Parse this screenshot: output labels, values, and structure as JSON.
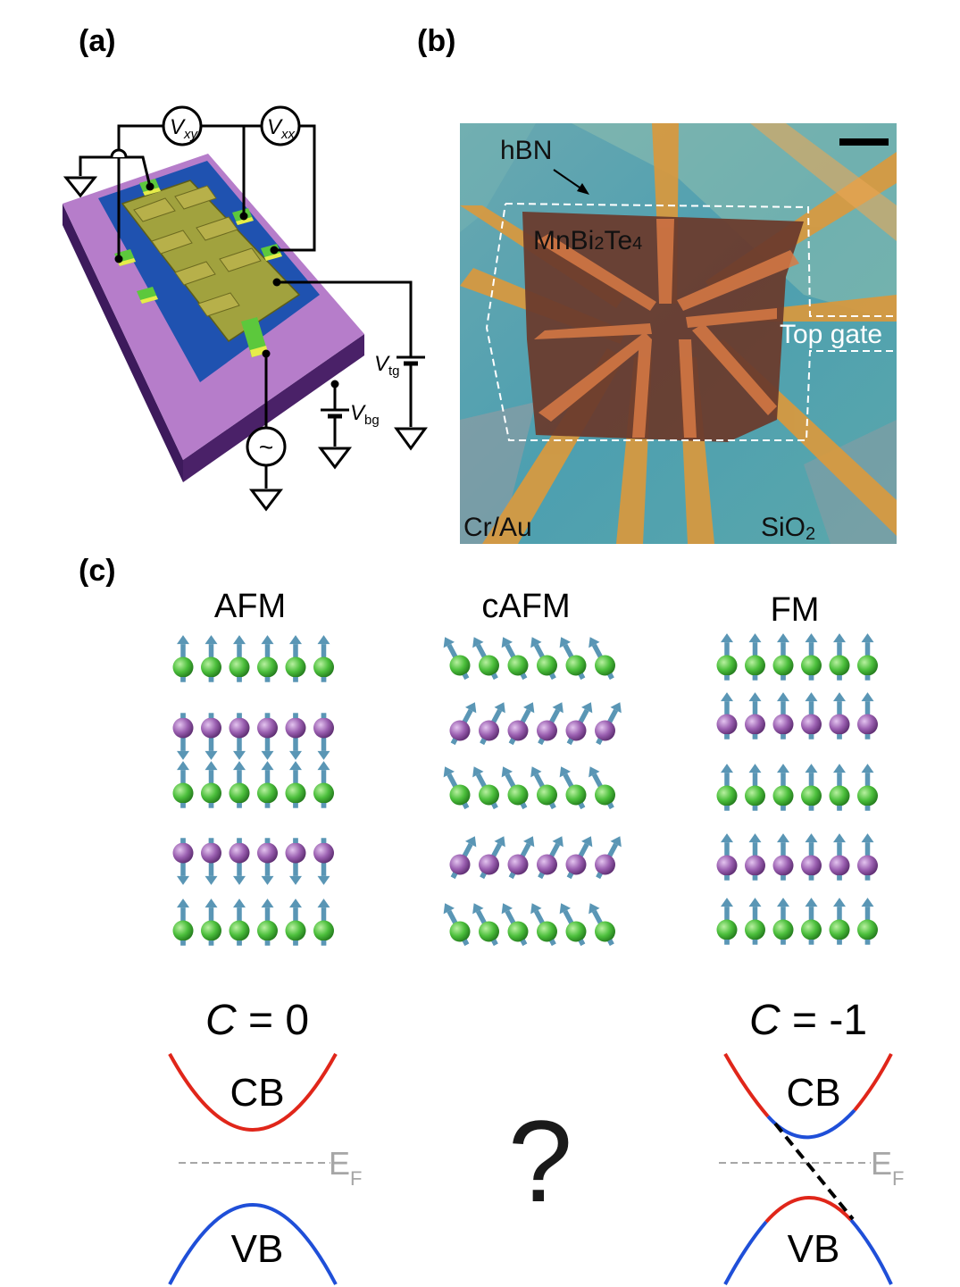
{
  "panels": {
    "a": "(a)",
    "b": "(b)",
    "c": "(c)"
  },
  "device": {
    "vxy_main": "V",
    "vxy_sub": "xy",
    "vxx_main": "V",
    "vxx_sub": "xx",
    "vtg_main": "V",
    "vtg_sub": "tg",
    "vbg_main": "V",
    "vbg_sub": "bg",
    "ac_source_symbol": "~"
  },
  "micrograph": {
    "hbn": "hBN",
    "material_a": "MnBi",
    "material_a_sub": "2",
    "material_b": "Te",
    "material_b_sub": "4",
    "top_gate": "Top gate",
    "electrode": "Cr/Au",
    "substrate_a": "SiO",
    "substrate_sub": "2"
  },
  "magnetic_orders": [
    {
      "name": "AFM",
      "layer_spins": [
        "up",
        "down",
        "up",
        "down",
        "up"
      ]
    },
    {
      "name": "cAFM",
      "layer_spins": [
        "tilt-left",
        "tilt-right",
        "tilt-left",
        "tilt-right",
        "tilt-left"
      ]
    },
    {
      "name": "FM",
      "layer_spins": [
        "up",
        "up",
        "up",
        "up",
        "up"
      ]
    }
  ],
  "bands": {
    "left": {
      "chern_symbol": "C",
      "chern_eq": " = 0",
      "cb": "CB",
      "vb": "VB",
      "ef": "E",
      "ef_sub": "F"
    },
    "right": {
      "chern_symbol": "C",
      "chern_eq": " = -1",
      "cb": "CB",
      "vb": "VB",
      "ef": "E",
      "ef_sub": "F"
    },
    "unknown": "?"
  },
  "colors": {
    "green_atom": "#4cbf3c",
    "purple_atom": "#9a5fb0",
    "spin_arrow": "#5a96b5",
    "cb_red": "#e0261a",
    "vb_blue": "#1f4fd8",
    "ef_gray": "#a6a6a6"
  }
}
